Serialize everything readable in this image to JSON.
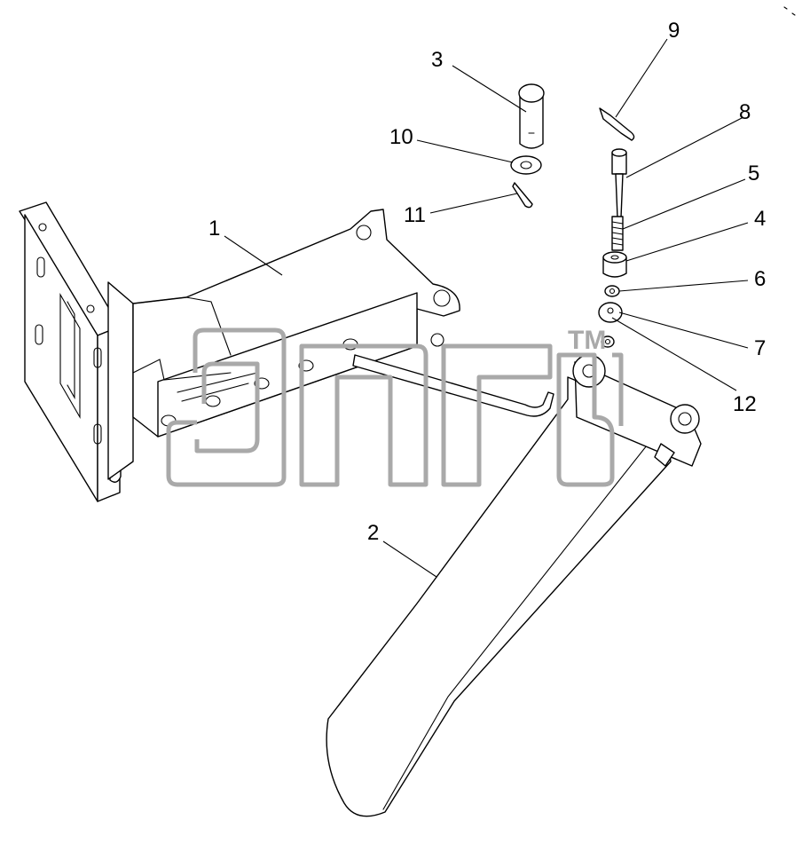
{
  "diagram": {
    "callouts": [
      "1",
      "2",
      "3",
      "4",
      "5",
      "6",
      "7",
      "8",
      "9",
      "10",
      "11",
      "12"
    ]
  },
  "watermark": {
    "tm": "TM",
    "color": "#a9a9a9"
  }
}
